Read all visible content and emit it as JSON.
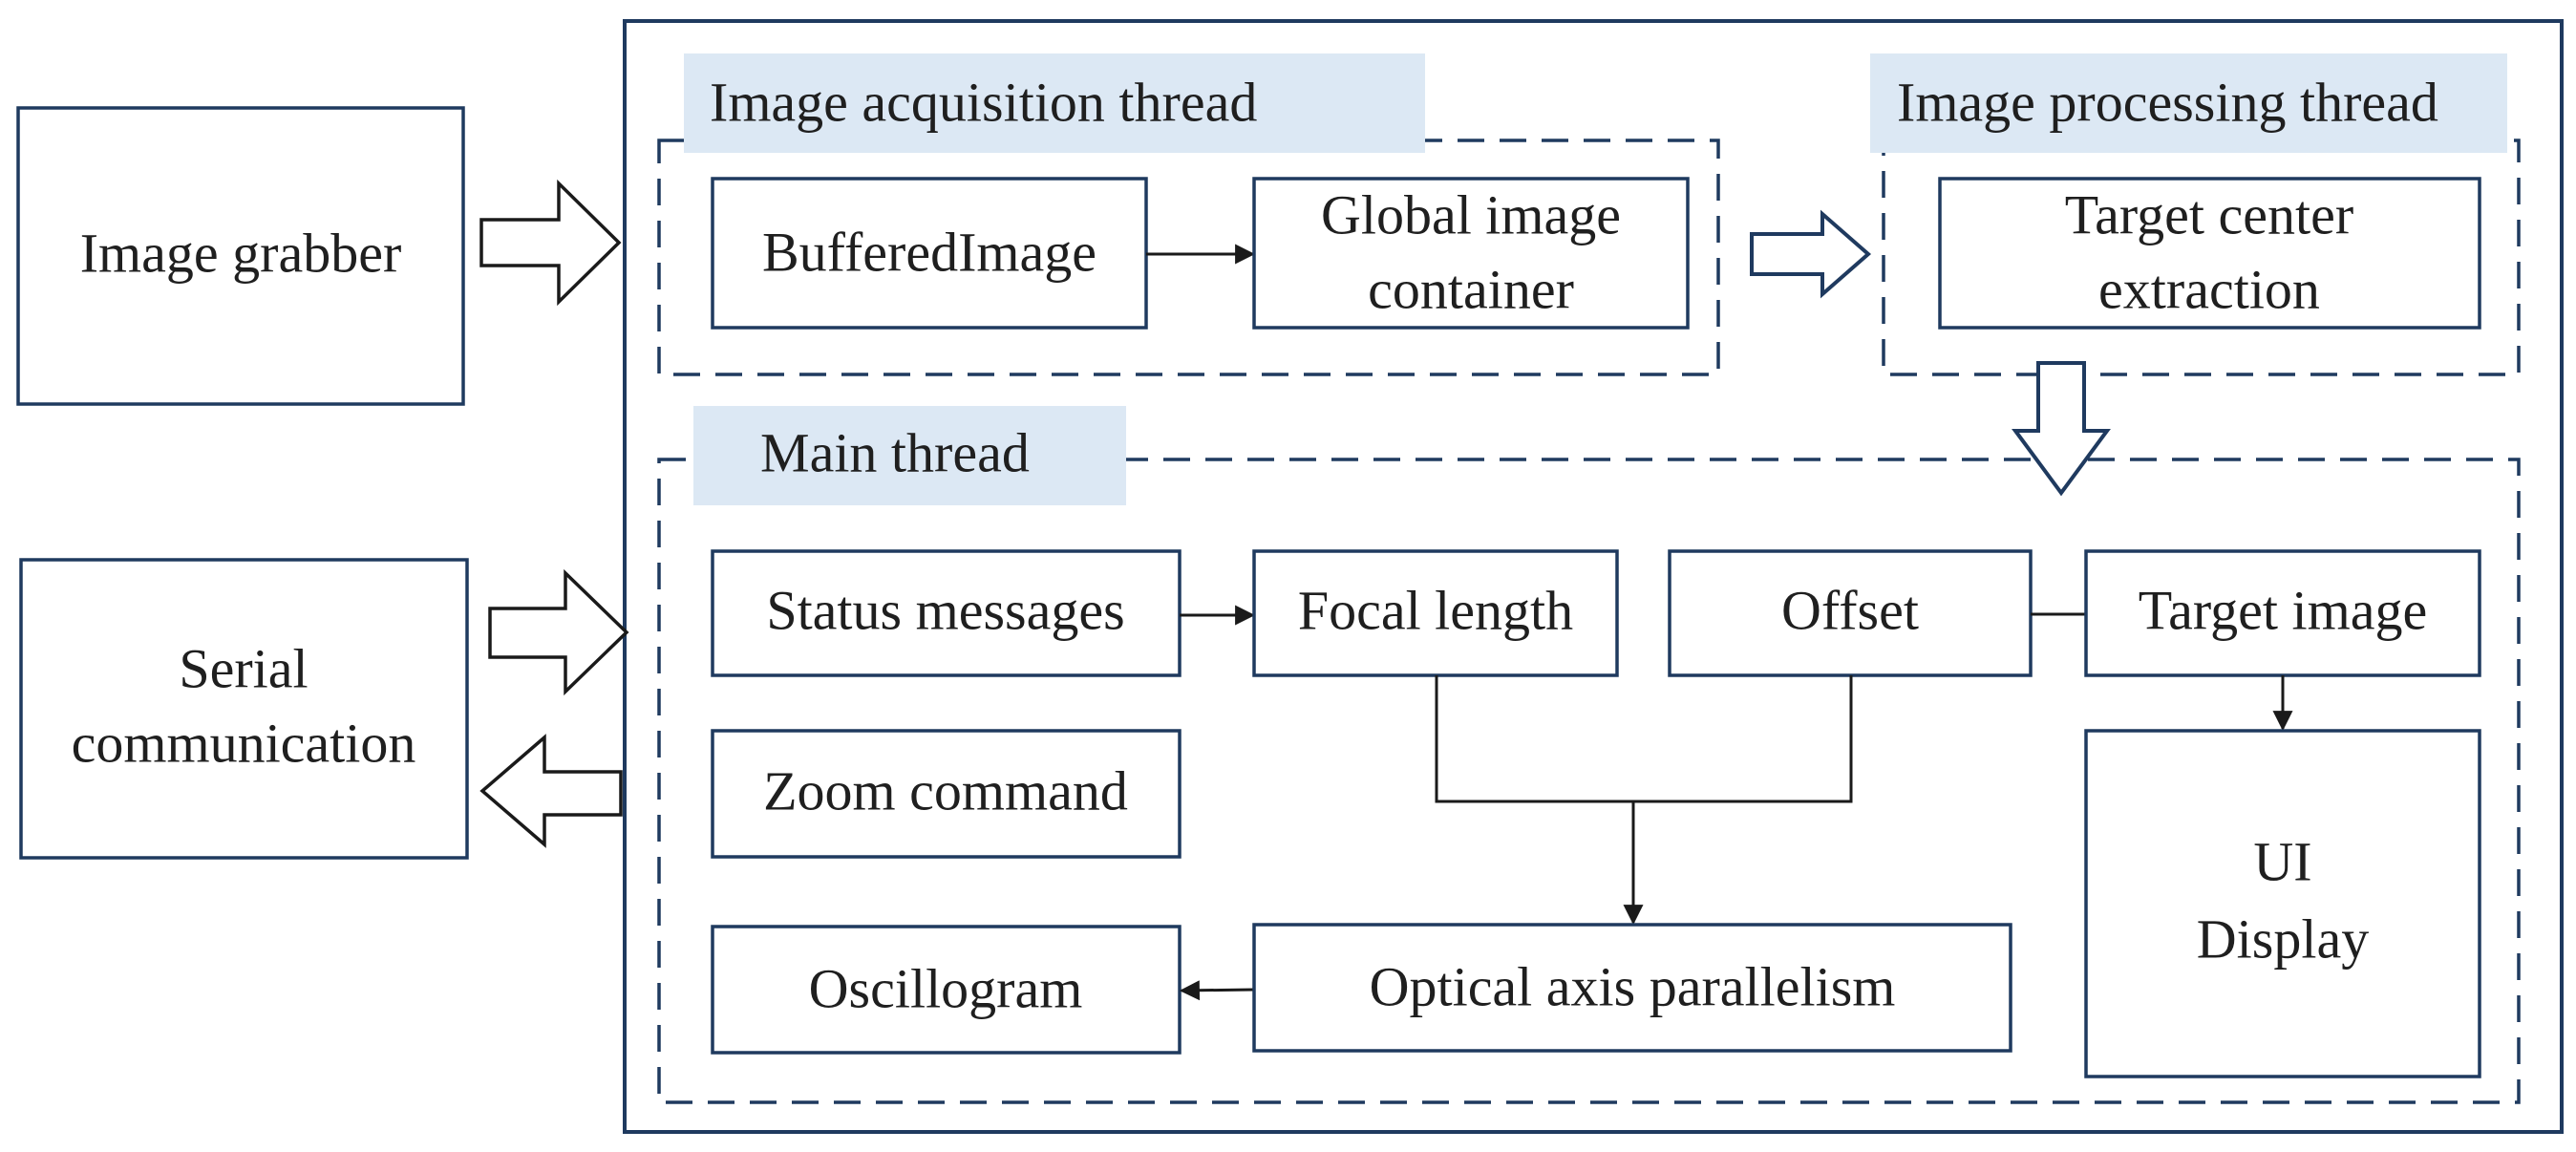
{
  "colors": {
    "box_stroke": "#1f3a5f",
    "tab_fill": "#dce8f4",
    "connector": "#1a1a1a",
    "text": "#1f1f1f"
  },
  "external": {
    "image_grabber": "Image grabber",
    "serial_line1": "Serial",
    "serial_line2": "communication"
  },
  "acquisition": {
    "title": "Image acquisition thread",
    "buffered_image": "BufferedImage",
    "global_line1": "Global image",
    "global_line2": "container"
  },
  "processing": {
    "title": "Image processing thread",
    "target_line1": "Target center",
    "target_line2": "extraction"
  },
  "main": {
    "title": "Main thread",
    "status_messages": "Status messages",
    "focal_length": "Focal length",
    "offset": "Offset",
    "target_image": "Target image",
    "zoom_command": "Zoom command",
    "ui_line1": "UI",
    "ui_line2": "Display",
    "oscillogram": "Oscillogram",
    "optical_axis": "Optical axis parallelism"
  }
}
